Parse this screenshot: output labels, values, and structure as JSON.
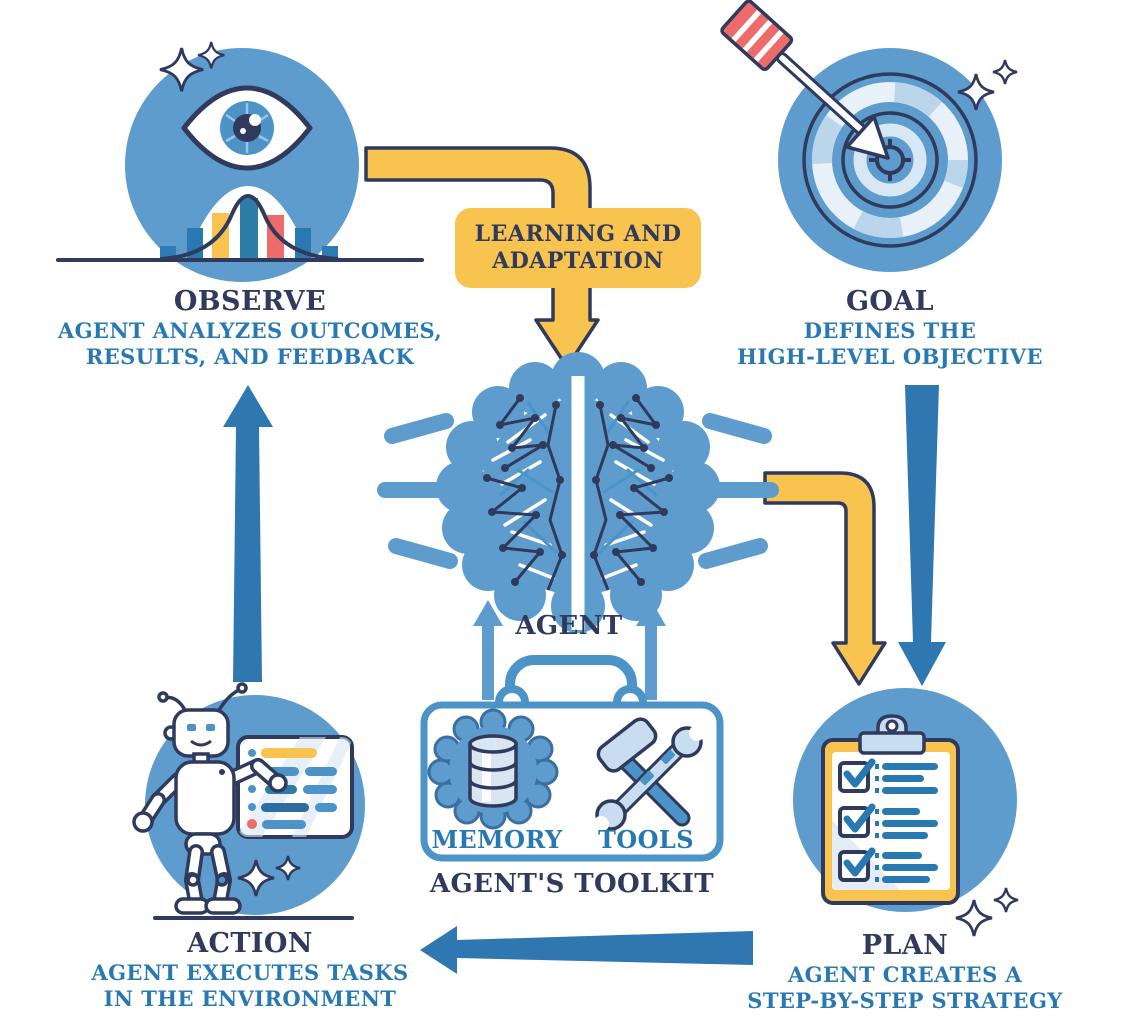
{
  "diagram": {
    "type": "ai-agent-loop-infographic",
    "nodes": {
      "observe": {
        "title": "OBSERVE",
        "desc": [
          "AGENT ANALYZES OUTCOMES,",
          "RESULTS, AND FEEDBACK"
        ],
        "icon": "eye-over-bell-curve-histogram"
      },
      "goal": {
        "title": "GOAL",
        "desc": [
          "DEFINES THE",
          "HIGH-LEVEL OBJECTIVE"
        ],
        "icon": "target-with-arrow"
      },
      "plan": {
        "title": "PLAN",
        "desc": [
          "AGENT CREATES A",
          "STEP-BY-STEP STRATEGY"
        ],
        "icon": "clipboard-checklist"
      },
      "action": {
        "title": "ACTION",
        "desc": [
          "AGENT EXECUTES TASKS",
          "IN THE ENVIRONMENT"
        ],
        "icon": "robot-with-task-panel"
      },
      "agent": {
        "label": "AGENT",
        "icon": "neural-network-brain"
      },
      "learning": {
        "lines": [
          "LEARNING AND",
          "ADAPTATION"
        ]
      },
      "toolkit": {
        "title": "AGENT'S TOOLKIT",
        "items": [
          {
            "label": "MEMORY",
            "icon": "database-in-brain-cloud"
          },
          {
            "label": "TOOLS",
            "icon": "hammer-and-wrench"
          }
        ]
      }
    },
    "arrows": [
      {
        "name": "observe-to-learning-adaptation-to-agent",
        "color": "yellow"
      },
      {
        "name": "agent-to-plan",
        "color": "yellow"
      },
      {
        "name": "goal-to-plan",
        "color": "blue"
      },
      {
        "name": "plan-to-action",
        "color": "blue"
      },
      {
        "name": "action-to-observe",
        "color": "blue"
      },
      {
        "name": "toolkit-to-agent-left",
        "color": "light-blue"
      },
      {
        "name": "toolkit-to-agent-right",
        "color": "light-blue"
      }
    ],
    "colors": {
      "circle_blue": "#5E9CCE",
      "arrow_blue": "#2E77B0",
      "mid_blue": "#4C94C8",
      "pale_blue": "#C9DDF0",
      "navy": "#2F3A5C",
      "text_blue": "#2878B2",
      "yellow": "#F9C350",
      "red": "#EE6B6B"
    }
  }
}
